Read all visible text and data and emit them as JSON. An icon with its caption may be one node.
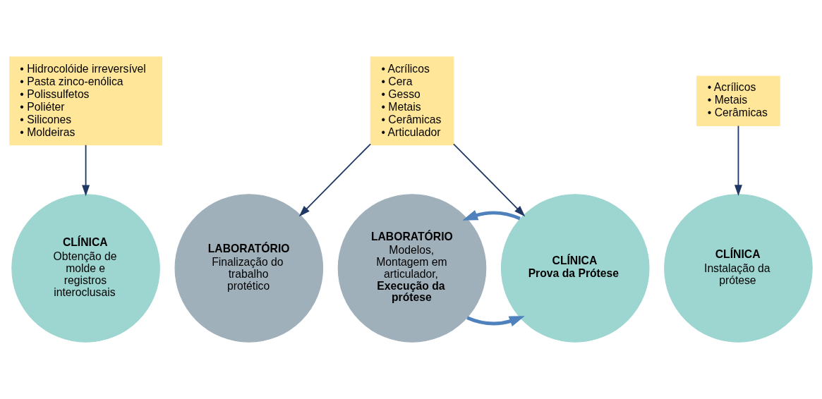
{
  "diagram": {
    "nodes": [
      {
        "text": [
          "• Hidrocolóide irreversível",
          "• Pasta zinco-enólica",
          "• Polissulfetos",
          "• Poliéter",
          "• Silicones",
          "• Moldeiras"
        ]
      },
      {
        "text": [
          "• Acrílicos",
          "• Cera",
          "• Gesso",
          "• Metais",
          "• Cerâmicas",
          "• Articulador"
        ]
      },
      {
        "text": [
          "• Acrílicos",
          "• Metais",
          "• Cerâmicas"
        ]
      },
      {
        "text": [
          "CLÍNICA",
          "Obtenção de molde e registros interoclusais"
        ]
      },
      {
        "text": [
          "LABORATÓRIO",
          "Modelos, Montagem em articulador,",
          "Execução da prótese"
        ]
      },
      {
        "text": [
          "CLÍNICA",
          "Prova da Prótese"
        ]
      },
      {
        "text": [
          "LABORATÓRIO",
          "Finalização do trabalho protético"
        ]
      },
      {
        "text": [
          "CLÍNICA",
          "Instalação da prótese"
        ]
      }
    ],
    "edges": [
      {
        "from": 0,
        "to": 3,
        "arrow": "to"
      },
      {
        "from": 1,
        "to": 5,
        "arrow": "to"
      },
      {
        "from": 1,
        "to": 6,
        "arrow": "to"
      },
      {
        "from": 2,
        "to": 7,
        "arrow": "to"
      },
      {
        "from": 4,
        "to": 5,
        "arrow": "to",
        "style": "thick",
        "color": "#4f81bd"
      },
      {
        "from": 5,
        "to": 4,
        "arrow": "to",
        "style": "thick",
        "color": "#4f81bd"
      }
    ]
  }
}
